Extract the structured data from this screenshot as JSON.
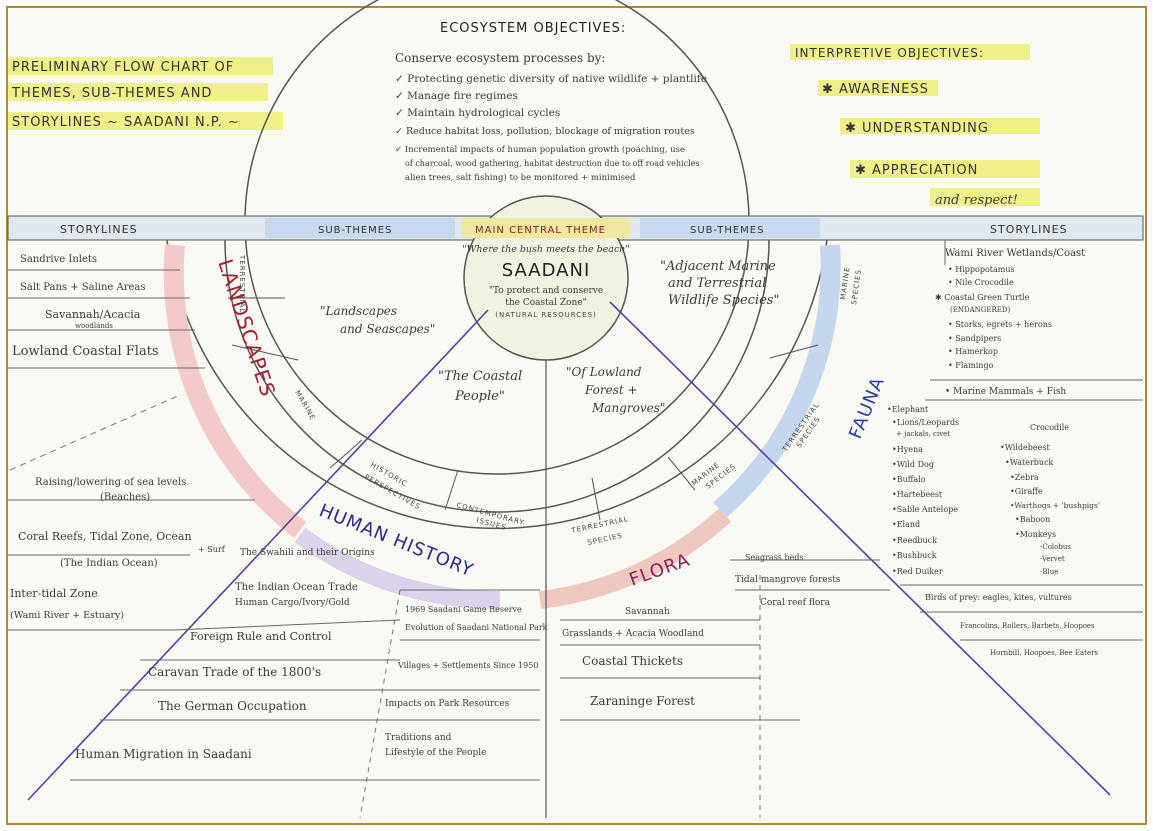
{
  "title_block": {
    "lines": [
      "PRELIMINARY FLOW CHART OF",
      "THEMES, SUB-THEMES AND",
      "STORYLINES ~ SAADANI N.P. ~"
    ]
  },
  "ecosystem": {
    "heading": "ECOSYSTEM OBJECTIVES:",
    "intro": "Conserve ecosystem processes by:",
    "items": [
      "✓ Protecting genetic diversity of native wildlife + plantlife",
      "✓ Manage fire regimes",
      "✓ Maintain hydrological cycles",
      "✓ Reduce habitat loss, pollution, blockage of migration routes",
      "✓ Incremental impacts of human population growth (poaching, use",
      "of charcoal, wood gathering, habitat destruction due to off road vehicles",
      "alien trees, salt fishing) to be monitored + minimised"
    ]
  },
  "interpretive": {
    "heading": "INTERPRETIVE OBJECTIVES:",
    "items": [
      "✱ AWARENESS",
      "✱ UNDERSTANDING",
      "✱ APPRECIATION"
    ],
    "footer": "and respect!"
  },
  "band": {
    "storylines_left": "STORYLINES",
    "sub_themes_left": "SUB-THEMES",
    "main_theme": "MAIN CENTRAL THEME",
    "sub_themes_right": "SUB-THEMES",
    "storylines_right": "STORYLINES"
  },
  "center": {
    "quote": "\"Where the bush meets the beach\"",
    "name": "SAADANI",
    "line1": "\"To protect and conserve",
    "line2": "the Coastal Zone\"",
    "line3": "(NATURAL RESOURCES)"
  },
  "themes": {
    "landscapes": "LANDSCAPES",
    "fauna": "FAUNA",
    "human_history": "HUMAN HISTORY",
    "flora": "FLORA"
  },
  "quotes": {
    "landscapes": [
      "\"Landscapes",
      "and Seascapes\""
    ],
    "fauna": [
      "\"Adjacent Marine",
      "and Terrestrial",
      "Wildlife Species\""
    ],
    "human": [
      "\"The Coastal",
      "People\""
    ],
    "flora": [
      "\"Of Lowland",
      "Forest +",
      "Mangroves\""
    ]
  },
  "subthemes": {
    "terrestrial": "TERRESTRIAL",
    "marine": "MARINE",
    "marine_species": [
      "MARINE",
      "SPECIES"
    ],
    "terrestrial_species_fauna": [
      "TERRESTRIAL",
      "SPECIES"
    ],
    "historic": [
      "HISTORIC",
      "PERSPECTIVES"
    ],
    "contemporary": [
      "CONTEMPORARY",
      "ISSUES"
    ],
    "terrestrial_species_flora": [
      "TERRESTRIAL",
      "SPECIES"
    ],
    "marine_species_flora": [
      "MARINE",
      "SPECIES"
    ]
  },
  "storylines_left": {
    "items": [
      "Sandrive Inlets",
      "Salt Pans + Saline Areas",
      "Savannah/Acacia",
      "woodlands",
      "Lowland Coastal Flats"
    ],
    "sea": [
      "Raising/lowering of sea levels",
      "(Beaches)"
    ],
    "coral": [
      "Coral Reefs, Tidal Zone, Ocean",
      "(The Indian Ocean)",
      "+ Surf"
    ],
    "intertidal": [
      "Inter-tidal Zone",
      "(Wami River + Estuary)"
    ]
  },
  "storylines_human": {
    "left": [
      "The Swahili and their Origins",
      "The Indian Ocean Trade",
      "Human Cargo/Ivory/Gold",
      "Foreign Rule and Control",
      "Caravan Trade of the 1800's",
      "The German Occupation",
      "Human Migration in Saadani"
    ],
    "right": [
      "1969 Saadani Game Reserve",
      "Evolution of Saadani National Park",
      "Villages + Settlements Since 1950",
      "Impacts on Park Resources",
      "Traditions and",
      "Lifestyle of the People"
    ]
  },
  "storylines_flora": {
    "upper": [
      "Seagrass beds",
      "Tidal mangrove forests",
      "Coral reef flora"
    ],
    "lower": [
      "Savannah",
      "Grasslands + Acacia Woodland",
      "Coastal Thickets",
      "Zaraninge Forest"
    ]
  },
  "storylines_right": {
    "heading": "Wami River Wetlands/Coast",
    "items": [
      "• Hippopotamus",
      "• Nile Crocodile",
      "✱ Coastal Green Turtle",
      "(ENDANGERED)",
      "• Storks, egrets + herons",
      "• Sandpipers",
      "• Hamerkop",
      "• Flamingo"
    ],
    "marine": "• Marine Mammals + Fish",
    "mammals": [
      "•Elephant",
      "•Lions/Leopards",
      " + jackals, civet",
      "•Hyena",
      "•Wild Dog",
      "•Buffalo",
      "•Hartebeest",
      "•Sable Antelope",
      "•Eland",
      "•Reedbuck",
      "•Bushbuck",
      "•Red Duiker"
    ],
    "mammals_right": [
      "Crocodile",
      "•Wildebeest",
      "•Waterbuck",
      "•Zebra",
      "•Giraffe",
      "•Warthogs + 'bushpigs'",
      "•Baboon",
      "•Monkeys",
      "-Colobus",
      "-Vervet",
      "-Blue"
    ],
    "birds": "Birds of prey: eagles, kites, vultures",
    "birds_more": [
      "Francolins, Rollers, Barbets, Hoopoes",
      "Hornbill, Hoopoes, Bee Eaters"
    ]
  }
}
